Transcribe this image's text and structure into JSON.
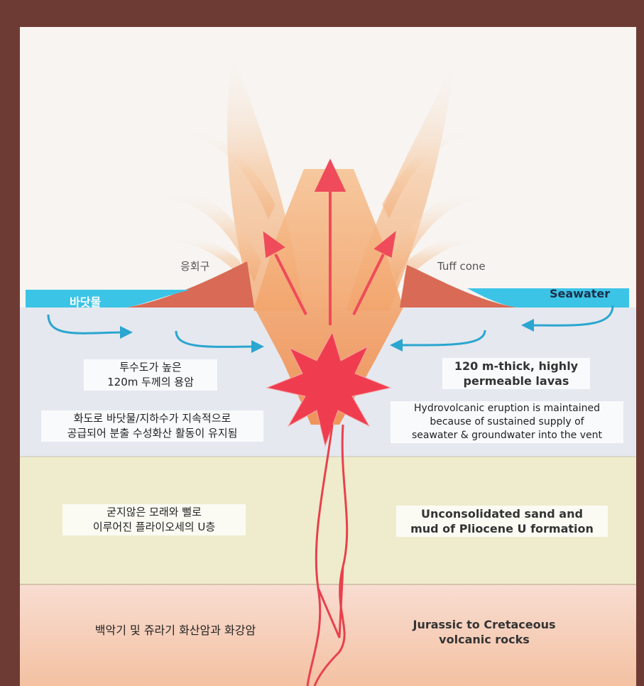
{
  "labels": {
    "tuff_cone_ko": "응회구",
    "tuff_cone_en": "Tuff cone",
    "seawater_ko": "바닷물",
    "seawater_en": "Seawater",
    "permeable_ko": [
      "투수도가 높은",
      "120m 두께의 용암"
    ],
    "permeable_en": [
      "120 m-thick, highly",
      "permeable lavas"
    ],
    "hydrovolcanic_ko": [
      "화도로 바닷물/지하수가 지속적으로",
      "공급되어 분출 수성화산 활동이 유지됨"
    ],
    "hydrovolcanic_en": [
      "Hydrovolcanic eruption is maintained",
      "because of sustained supply of",
      "seawater & groundwater into the vent"
    ],
    "sand_mud_ko": [
      "굳지않은 모래와 뻘로",
      "이루어진 플라이오세의 U층"
    ],
    "sand_mud_en": [
      "Unconsolidated sand and",
      "mud of Pliocene U formation"
    ],
    "volcanic_ko": "백악기 및 쥬라기 화산암과 화강암",
    "volcanic_en": [
      "Jurassic to Cretaceous",
      "volcanic rocks"
    ]
  },
  "colors": {
    "seawater": "#3cc4e6",
    "tuff_cone": "#d96a55",
    "eruption": "#ef3d4f",
    "flow_arrow": "#2aa6cf",
    "frame": "#6e3b34"
  }
}
